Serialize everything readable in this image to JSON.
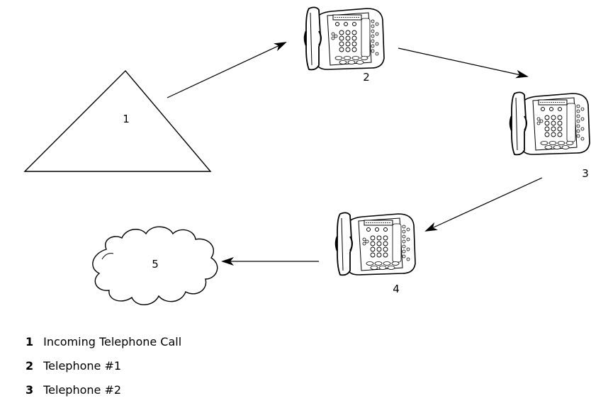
{
  "diagram": {
    "nodes": {
      "incoming_call": {
        "label": "1",
        "shape": "triangle"
      },
      "telephone_1": {
        "label": "2",
        "icon": "desk-telephone-icon"
      },
      "telephone_2": {
        "label": "3",
        "icon": "desk-telephone-icon"
      },
      "telephone_3": {
        "label": "4",
        "icon": "desk-telephone-icon"
      },
      "cloud": {
        "label": "5",
        "shape": "cloud"
      }
    },
    "edges": [
      {
        "from": "1",
        "to": "2"
      },
      {
        "from": "2",
        "to": "3"
      },
      {
        "from": "3",
        "to": "4"
      },
      {
        "from": "4",
        "to": "5"
      }
    ]
  },
  "legend": [
    {
      "num": "1",
      "text": "Incoming Telephone Call"
    },
    {
      "num": "2",
      "text": "Telephone #1"
    },
    {
      "num": "3",
      "text": "Telephone #2"
    }
  ]
}
